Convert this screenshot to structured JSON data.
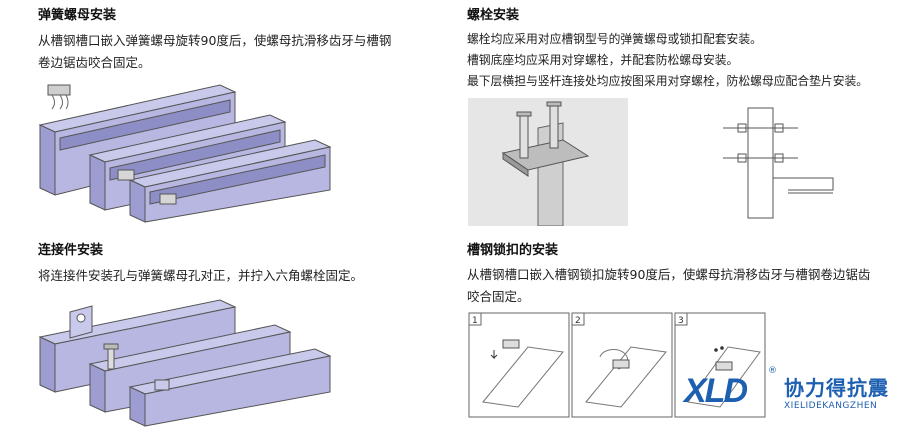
{
  "spring_nut": {
    "title": "弹簧螺母安装",
    "lines": [
      "从槽钢槽口嵌入弹簧螺母旋转90度后，使螺母抗滑移齿牙与槽钢",
      "卷边锯齿咬合固定。"
    ]
  },
  "bolt": {
    "title": "螺栓安装",
    "lines": [
      "螺栓均应采用对应槽钢型号的弹簧螺母或锁扣配套安装。",
      "槽钢底座均应采用对穿螺栓，并配套防松螺母安装。",
      "最下层横担与竖杆连接处均应按图采用对穿螺栓，防松螺母应配合垫片安装。"
    ]
  },
  "connector": {
    "title": "连接件安装",
    "lines": [
      "将连接件安装孔与弹簧螺母孔对正，并拧入六角螺栓固定。"
    ]
  },
  "lock": {
    "title": "槽钢锁扣的安装",
    "lines": [
      "从槽钢槽口嵌入槽钢锁扣旋转90度后，使螺母抗滑移齿牙与槽钢卷边锯齿",
      "咬合固定。"
    ],
    "steps": [
      "1",
      "2",
      "3"
    ]
  },
  "logo": {
    "mark": "XLD",
    "name_cn": "协力得抗震",
    "name_en": "XIELIDEKANGZHEN",
    "reg": "®"
  },
  "colors": {
    "channel": "#b7b7e2",
    "channel_dark": "#8e8ec6",
    "logo_blue": "#1d5fb0"
  }
}
